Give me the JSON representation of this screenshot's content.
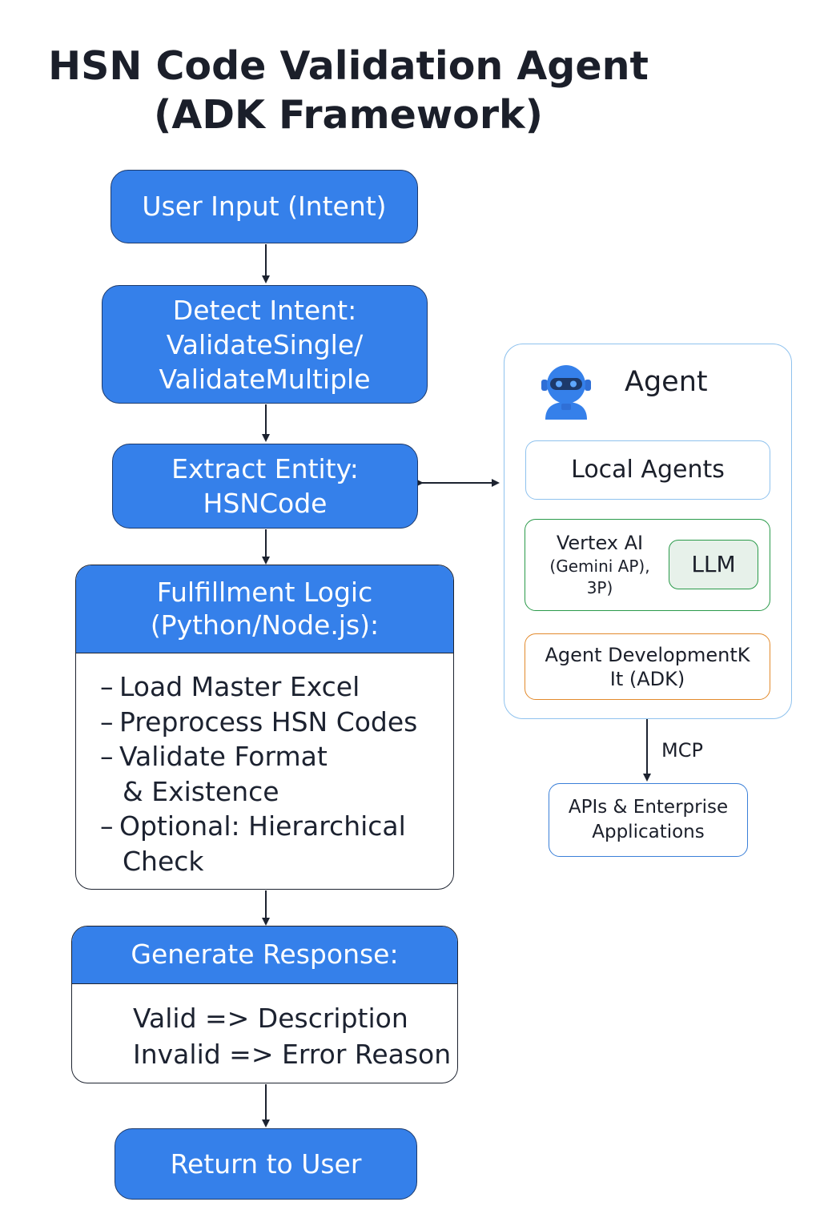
{
  "title": {
    "line1": "HSN Code Validation Agent",
    "line2": "(ADK Framework)"
  },
  "flow": {
    "user_input": "User Input (Intent)",
    "detect_intent": {
      "line1": "Detect Intent:",
      "line2": "ValidateSingle/",
      "line3": "ValidateMultiple"
    },
    "extract_entity": {
      "line1": "Extract Entity:",
      "line2": "HSNCode"
    },
    "fulfillment": {
      "header_line1": "Fulfillment Logic",
      "header_line2": "(Python/Node.js):",
      "items": [
        {
          "dash": "–",
          "line1": "Load Master Excel",
          "line2": ""
        },
        {
          "dash": "–",
          "line1": "Preprocess HSN Codes",
          "line2": ""
        },
        {
          "dash": "–",
          "line1": "Validate Format",
          "line2": "& Existence"
        },
        {
          "dash": "–",
          "line1": "Optional:  Hierarchical",
          "line2": "Check"
        }
      ]
    },
    "generate_response": {
      "header": "Generate Response:",
      "line1": "Valid => Description",
      "line2": "Invalid => Error Reason"
    },
    "return_to_user": "Return to User"
  },
  "agent": {
    "title": "Agent",
    "icon": "robot-icon",
    "local_agents": "Local Agents",
    "vertex": {
      "line1": "Vertex AI",
      "line2": "(Gemini AP),",
      "line3": "3P)",
      "llm": "LLM"
    },
    "adk": {
      "line1": "Agent DevelopmentK",
      "line2": "It (ADK)"
    },
    "mcp_label": "MCP",
    "apis": {
      "line1": "APIs & Enterprise",
      "line2": "Applications"
    }
  },
  "colors": {
    "primary_blue": "#3580ea",
    "panel_border": "#8fc2ee",
    "vertex_border": "#2a9a4a",
    "llm_fill": "#e7f1ea",
    "adk_border": "#e28a2c",
    "text_dark": "#1b1f2a"
  }
}
